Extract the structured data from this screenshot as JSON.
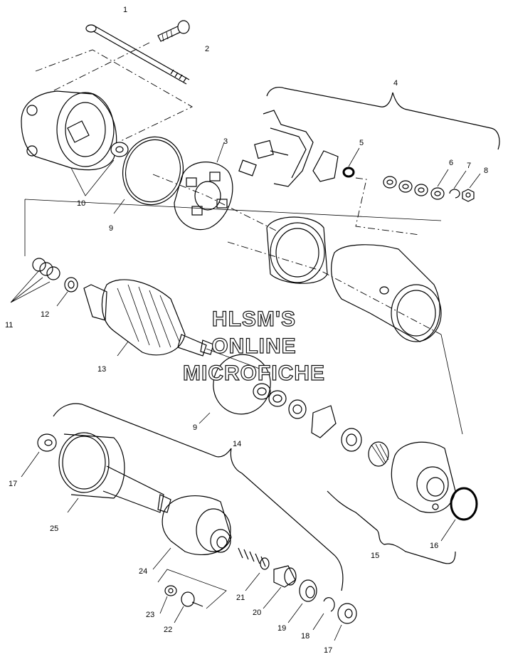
{
  "watermark": {
    "line1": "HLSM'S",
    "line2": "ONLINE",
    "line3": "MICROFICHE"
  },
  "callouts": [
    "1",
    "2",
    "3",
    "4",
    "5",
    "6",
    "7",
    "8",
    "9",
    "10",
    "11",
    "12",
    "13",
    "9",
    "14",
    "15",
    "16",
    "17",
    "25",
    "24",
    "23",
    "22",
    "21",
    "20",
    "19",
    "18",
    "17"
  ]
}
